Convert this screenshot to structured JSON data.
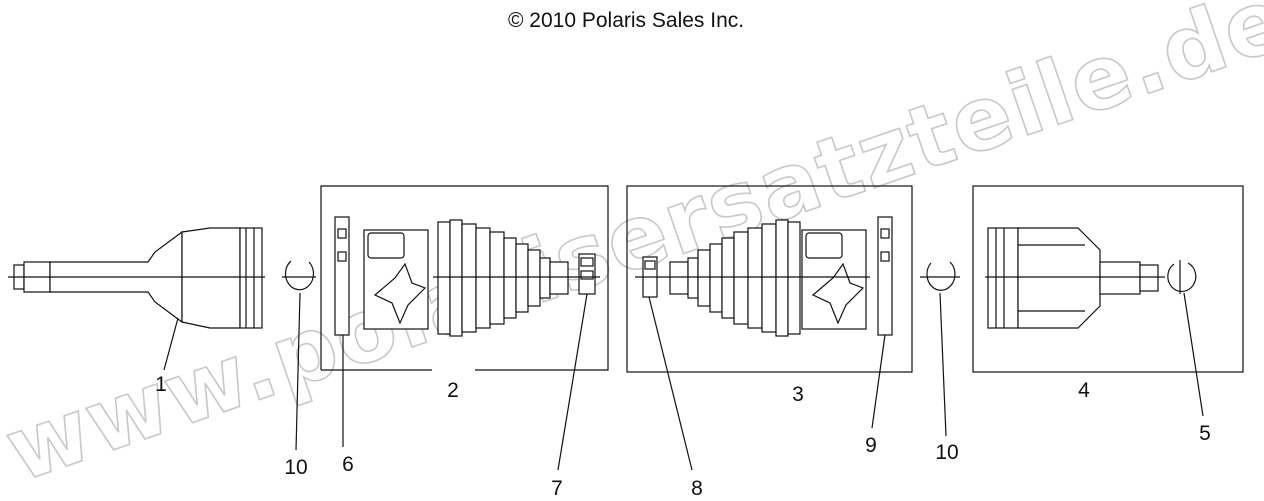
{
  "copyright": "© 2010 Polaris Sales Inc.",
  "watermark": "www.polarisersatzteile.de",
  "callouts": [
    "1",
    "2",
    "3",
    "4",
    "5",
    "6",
    "7",
    "8",
    "9",
    "10",
    "10"
  ]
}
